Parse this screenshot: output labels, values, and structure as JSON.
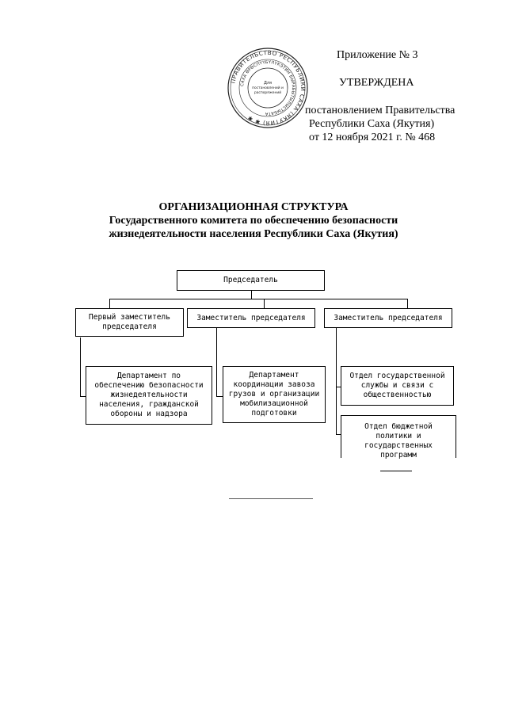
{
  "approval": {
    "appendix": "Приложение № 3",
    "approved": "УТВЕРЖДЕНА",
    "line1": "постановлением Правительства",
    "line2": "Республики Саха (Якутия)",
    "line3": "от 12 ноября 2021 г. № 468"
  },
  "stamp": {
    "outer_text": "ПРАВИТЕЛЬСТВО РЕСПУБЛИКИ САХА (ЯКУТИЯ)",
    "inner_text": "САХА ӨРӨСПҮҮБҮЛҮКЭТИН БЫРАБЫТЫЛЫСТЫБАТА",
    "center_text": "Для постановлений и распоряжений"
  },
  "title": {
    "line1": "ОРГАНИЗАЦИОННАЯ СТРУКТУРА",
    "line2": "Государственного комитета по обеспечению безопасности",
    "line3": "жизнедеятельности населения Республики Саха (Якутия)"
  },
  "org": {
    "chairman": "Председатель",
    "first_deputy": "Первый заместитель\nпредседателя",
    "deputy_2": "Заместитель председателя",
    "deputy_3": "Заместитель председателя",
    "dept_1": "Департамент по\nобеспечению безопасности\nжизнедеятельности\nнаселения, гражданской\nобороны и надзора",
    "dept_2": "Департамент\nкоординации завоза\nгрузов и организации\nмобилизационной\nподготовки",
    "dept_3": "Отдел государственной\nслужбы и связи с\nобщественностью",
    "dept_4": "Отдел бюджетной\nполитики и\nгосударственных\nпрограмм"
  }
}
